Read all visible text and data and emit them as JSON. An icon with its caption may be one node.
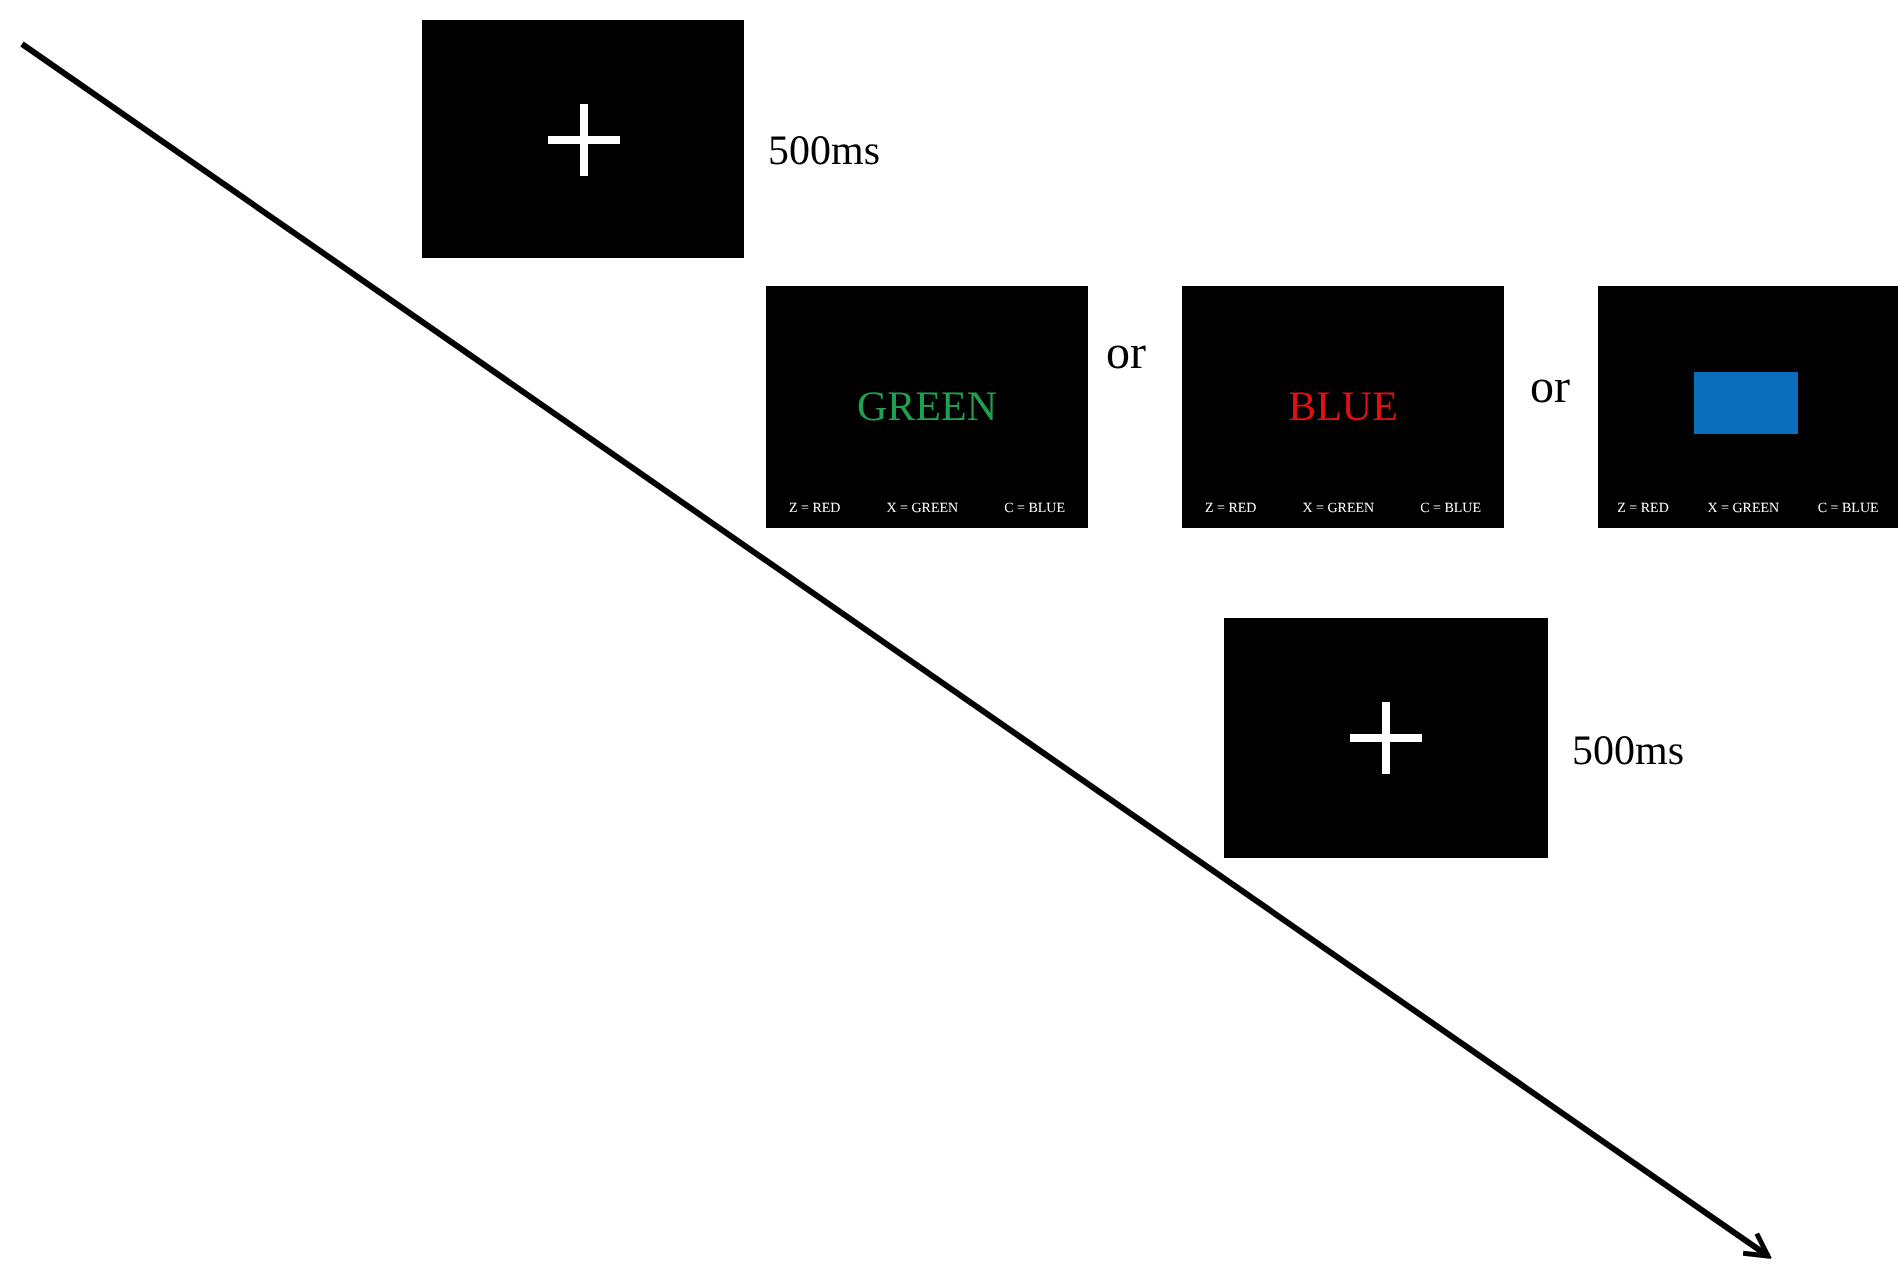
{
  "diagram": {
    "nodes": [
      {
        "text": [],
        "shape": "box",
        "beside": [
          "500ms"
        ]
      },
      {
        "text": [
          "GREEN",
          "Z = RED",
          "X = GREEN",
          "C = BLUE"
        ]
      },
      {
        "text": [
          "BLUE",
          "Z = RED",
          "X = GREEN",
          "C = BLUE"
        ]
      },
      {
        "text": [
          "Z = RED",
          "X = GREEN",
          "C = BLUE"
        ]
      },
      {
        "text": [],
        "shape": "box",
        "beside": [
          "500ms"
        ]
      }
    ],
    "labels": [
      "or",
      "or"
    ]
  }
}
